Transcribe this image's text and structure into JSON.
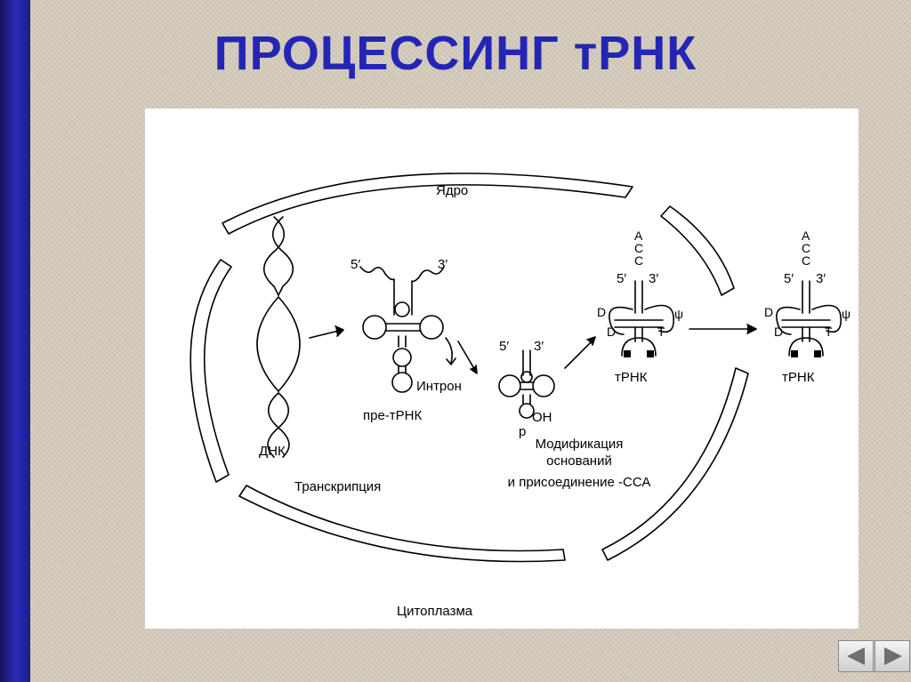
{
  "slide": {
    "title": "ПРОЦЕССИНГ тРНК"
  },
  "diagram": {
    "nucleus_label": "Ядро",
    "cytoplasm_label": "Цитоплазма",
    "dna_label": "ДНК",
    "transcription_label": "Транскрипция",
    "pre_trna_label": "пре-тРНК",
    "intron_label": "Интрон",
    "end_5": "5′",
    "end_3": "3′",
    "phosphate": "p",
    "hydroxyl": "OH",
    "modification_lines": [
      "Модификация",
      "оснований",
      "и присоединение -ССА"
    ],
    "trna_label": "тРНК",
    "cca": [
      "A",
      "C",
      "C"
    ],
    "loop_d": "D",
    "loop_t": "T",
    "psi": "ψ"
  },
  "navigation": {
    "prev": "previous",
    "next": "next"
  }
}
